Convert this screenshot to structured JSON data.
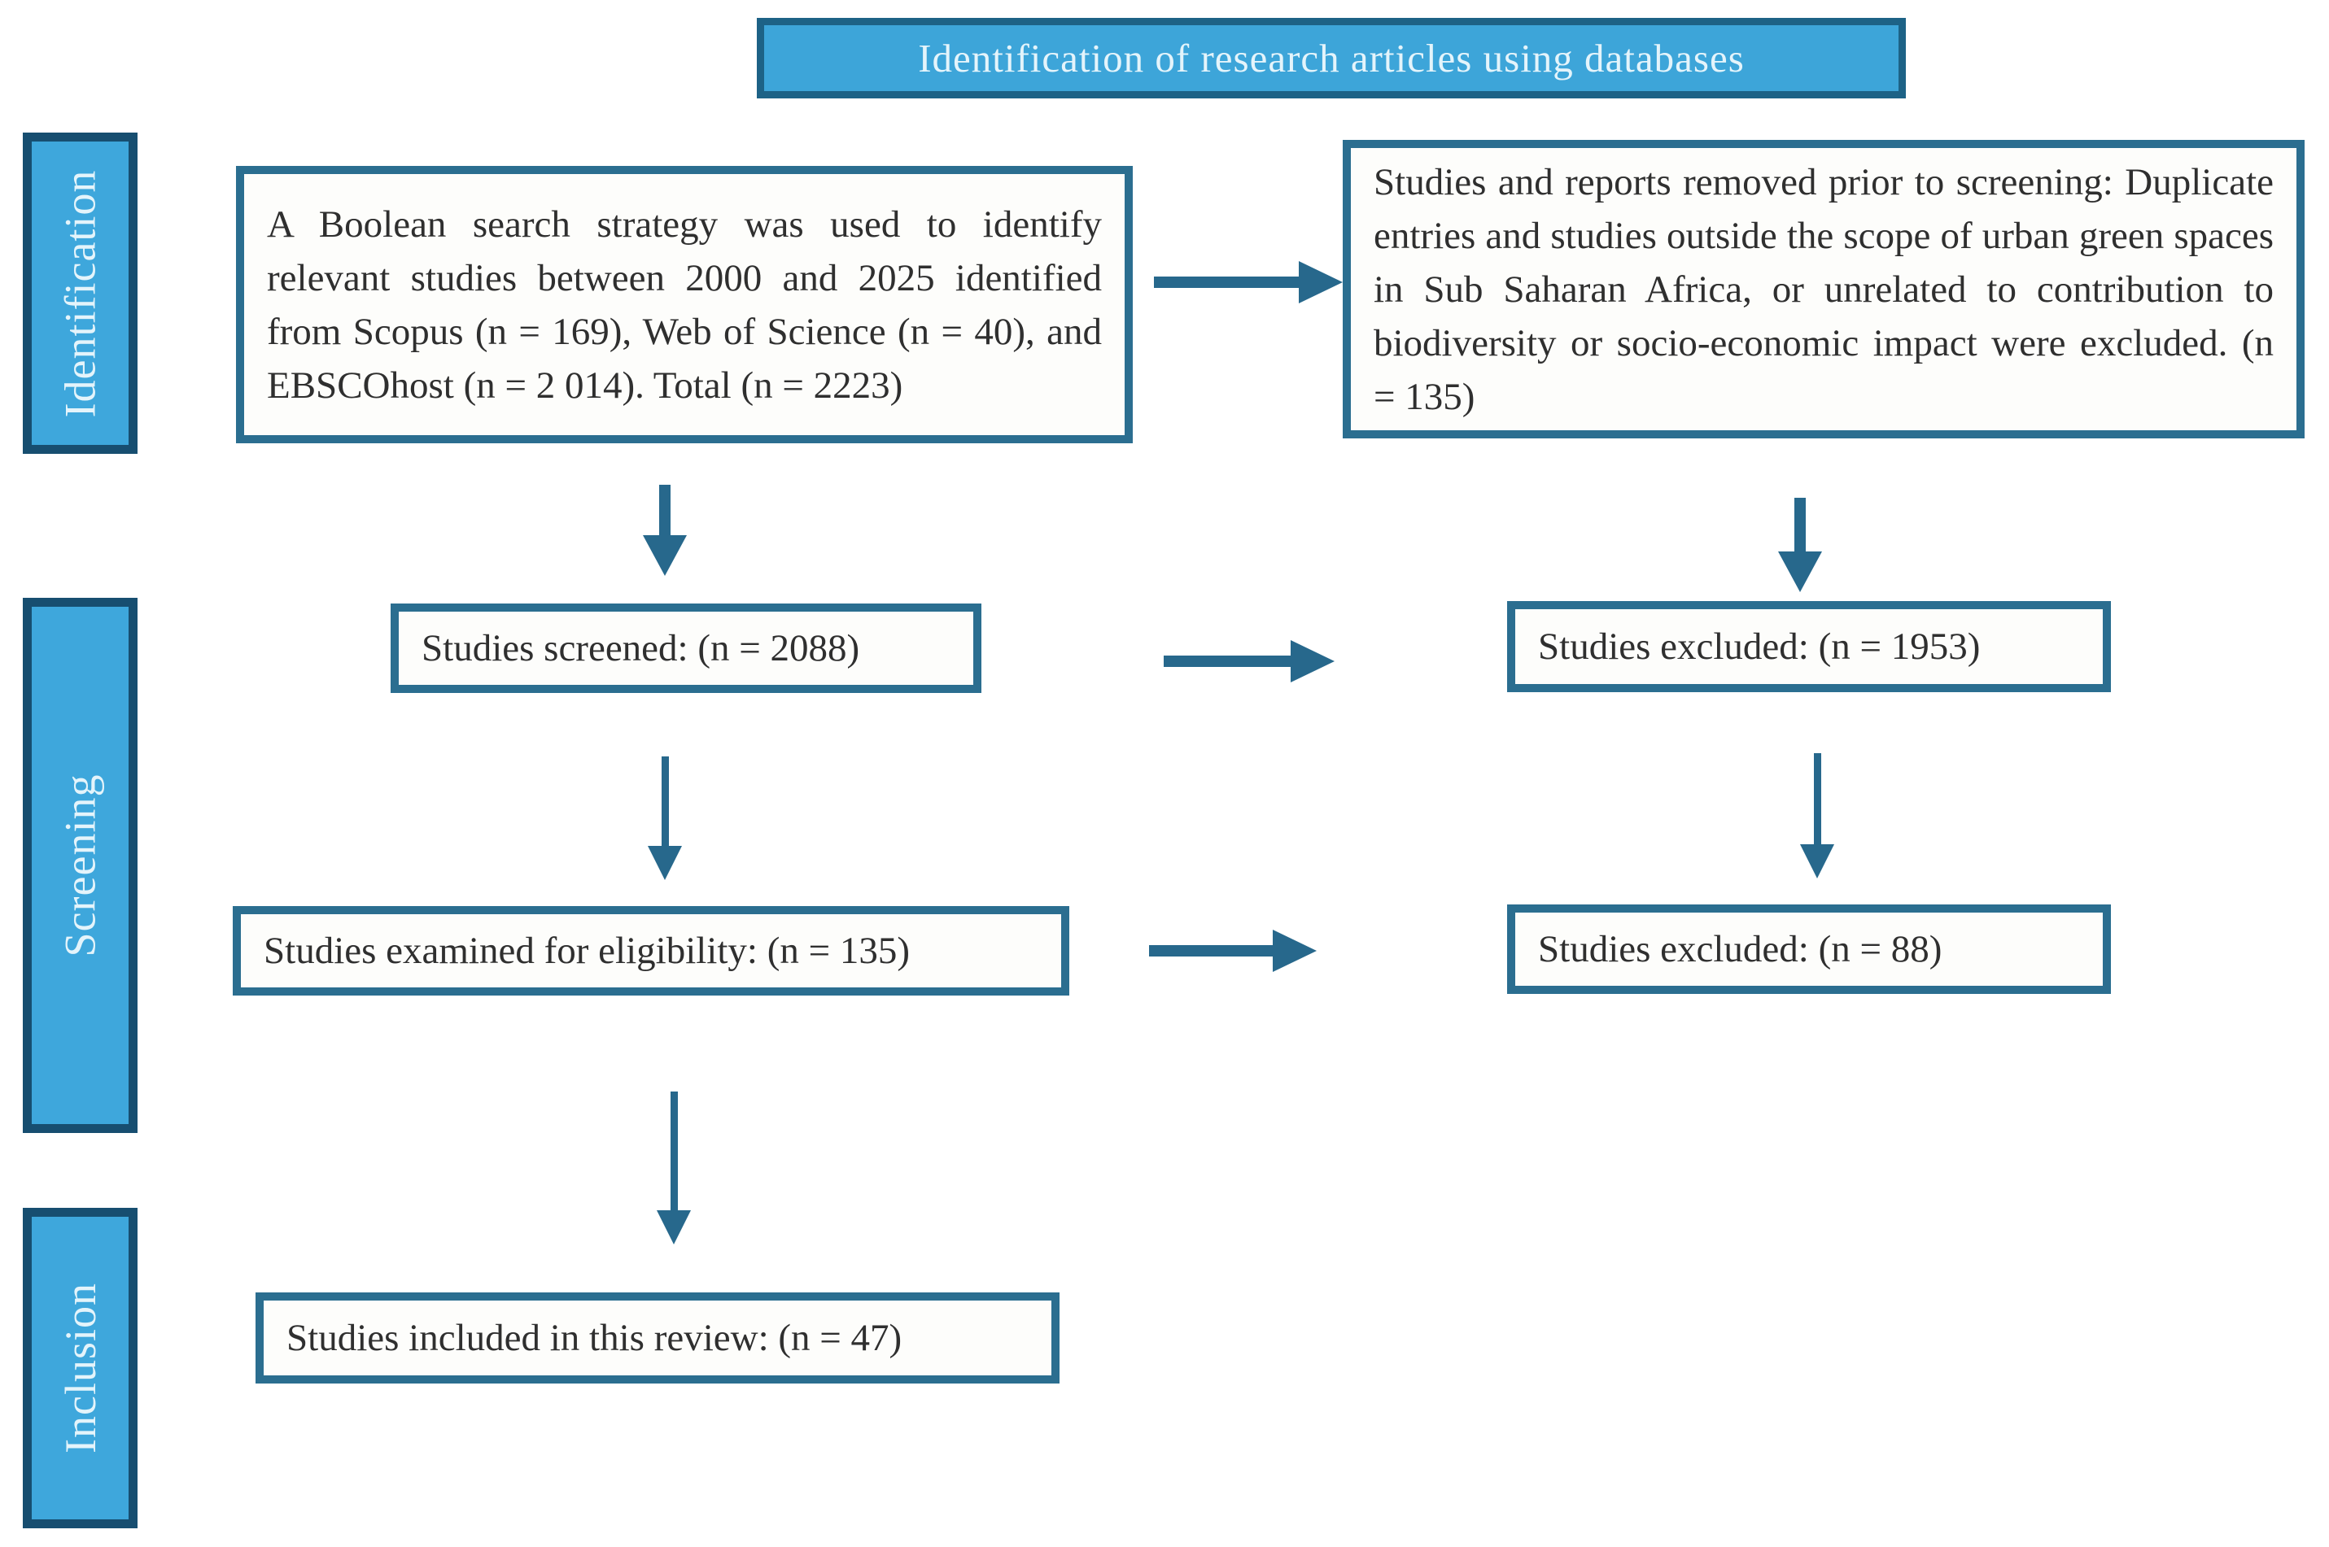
{
  "diagram": {
    "title": "Identification of research articles using databases",
    "stages": [
      {
        "id": "identification",
        "label": "Identification"
      },
      {
        "id": "screening",
        "label": "Screening"
      },
      {
        "id": "inclusion",
        "label": "Inclusion"
      }
    ],
    "nodes": {
      "database_search": "A Boolean search strategy was used to identify relevant studies between 2000 and 2025 identified from Scopus (n = 169), Web of Science (n = 40), and EBSCOhost (n = 2 014). Total (n = 2223)",
      "removed_before_screening": "Studies and reports removed prior to screening: Duplicate entries and studies outside the scope of urban green spaces in Sub Saharan Africa, or unrelated to contribution to biodiversity or socio-economic impact were excluded. (n = 135)",
      "studies_screened": "Studies screened: (n = 2088)",
      "excluded_after_screening": "Studies excluded: (n = 1953)",
      "examined_for_eligibility": "Studies examined for eligibility: (n = 135)",
      "excluded_after_eligibility": "Studies excluded: (n = 88)",
      "included_in_review": "Studies included in this review: (n = 47)"
    },
    "counts": {
      "scopus": 169,
      "web_of_science": 40,
      "ebscohost": 2014,
      "total_identified": 2223,
      "removed_before_screening": 135,
      "screened": 2088,
      "excluded_after_screening": 1953,
      "examined_for_eligibility": 135,
      "excluded_after_eligibility": 88,
      "included_in_review": 47
    }
  },
  "colors": {
    "background": "#FFFFFF",
    "stage_fill": "#3EA7DC",
    "stage_border": "#174E70",
    "stage_text": "#E4F4FB",
    "title_fill": "#3DA5D9",
    "title_border": "#1D6286",
    "box_border": "#2B6E90",
    "arrow": "#27688C",
    "text": "#2F2F2F"
  }
}
